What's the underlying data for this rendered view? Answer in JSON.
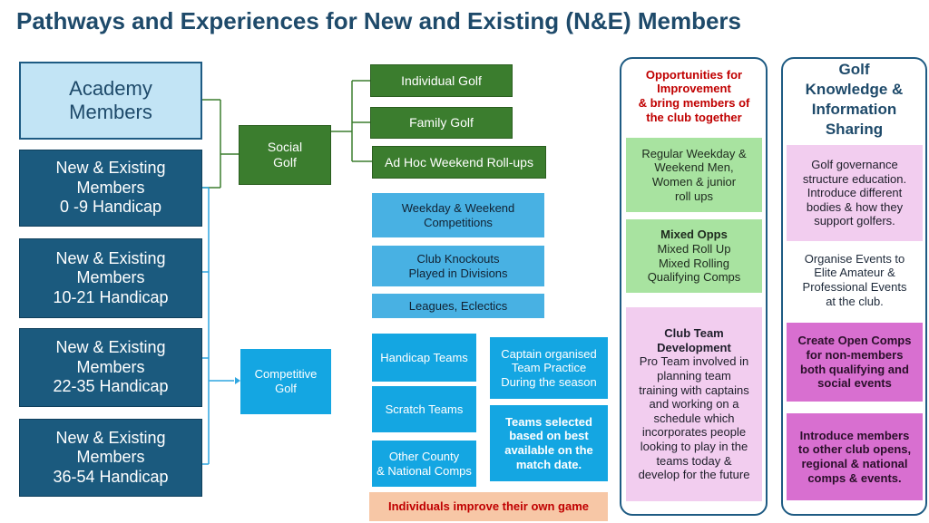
{
  "title": "Pathways and Experiences for New and Existing (N&E) Members",
  "members": [
    {
      "lines": [
        "Academy",
        "Members"
      ]
    },
    {
      "lines": [
        "New & Existing",
        "Members",
        "0 -9 Handicap"
      ]
    },
    {
      "lines": [
        "New & Existing",
        "Members",
        "10-21 Handicap"
      ]
    },
    {
      "lines": [
        "New & Existing",
        "Members",
        "22-35 Handicap"
      ]
    },
    {
      "lines": [
        "New & Existing",
        "Members",
        "36-54 Handicap"
      ]
    }
  ],
  "social": {
    "lines": [
      "Social",
      "Golf"
    ]
  },
  "competitive": {
    "lines": [
      "Competitive",
      "Golf"
    ]
  },
  "social_options": [
    {
      "lines": [
        "Individual Golf"
      ]
    },
    {
      "lines": [
        "Family Golf"
      ]
    },
    {
      "lines": [
        "Ad Hoc Weekend Roll-ups"
      ]
    }
  ],
  "competitions": [
    {
      "lines": [
        "Weekday & Weekend",
        "Competitions"
      ]
    },
    {
      "lines": [
        "Club  Knockouts",
        "Played in Divisions"
      ]
    },
    {
      "lines": [
        "Leagues, Eclectics"
      ]
    }
  ],
  "teams": [
    {
      "lines": [
        "Handicap Teams"
      ]
    },
    {
      "lines": [
        "Scratch Teams"
      ]
    },
    {
      "lines": [
        "Other County",
        "& National Comps"
      ]
    }
  ],
  "captain": {
    "practice": {
      "lines": [
        "Captain organised",
        "Team Practice",
        "During the season"
      ]
    },
    "selection": {
      "lines": [
        "Teams selected",
        "based on best",
        "available on the",
        "match date."
      ]
    }
  },
  "improve": "Individuals improve their own game",
  "opportunities": {
    "heading": {
      "lines": [
        "Opportunities for",
        "Improvement",
        "& bring members of",
        "the club together"
      ]
    },
    "weekday": {
      "lines": [
        "Regular Weekday &",
        "Weekend Men,",
        "Women & junior",
        "roll ups"
      ]
    },
    "mixed": {
      "title": "Mixed Opps",
      "lines": [
        "Mixed Roll Up",
        "Mixed Rolling",
        "Qualifying Comps"
      ]
    },
    "team_dev": {
      "title": "Club Team Development",
      "lines": [
        "Pro Team involved in",
        "planning team",
        "training with captains",
        "and working on a",
        "schedule which",
        "incorporates people",
        "looking to play in the",
        "teams today &",
        "develop for the future"
      ]
    }
  },
  "knowledge": {
    "heading": {
      "lines": [
        "Golf",
        "Knowledge &",
        "Information",
        "Sharing"
      ]
    },
    "governance": {
      "lines": [
        "Golf governance",
        "structure education.",
        "Introduce different",
        "bodies & how they",
        "support golfers."
      ]
    },
    "events": {
      "lines": [
        "Organise Events to",
        "Elite Amateur &",
        "Professional Events",
        "at the club."
      ]
    },
    "open_comps": {
      "lines": [
        "Create Open Comps",
        "for non-members",
        "both qualifying and",
        "social events"
      ]
    },
    "introduce": {
      "lines": [
        "Introduce members",
        "to other club opens,",
        "regional & national",
        "comps & events."
      ]
    }
  },
  "colors": {
    "title": "#1e4a6a",
    "member_box": "#1b5a7e",
    "academy_box": "#c2e4f5",
    "social_green": "#3b7d2e",
    "competition_blue": "#48b1e3",
    "team_blue": "#14a6e2",
    "light_green": "#a8e3a0",
    "light_pink": "#f2cdef",
    "mid_pink": "#d86fd0",
    "salmon": "#f7c7a6",
    "red_text": "#c00000"
  }
}
